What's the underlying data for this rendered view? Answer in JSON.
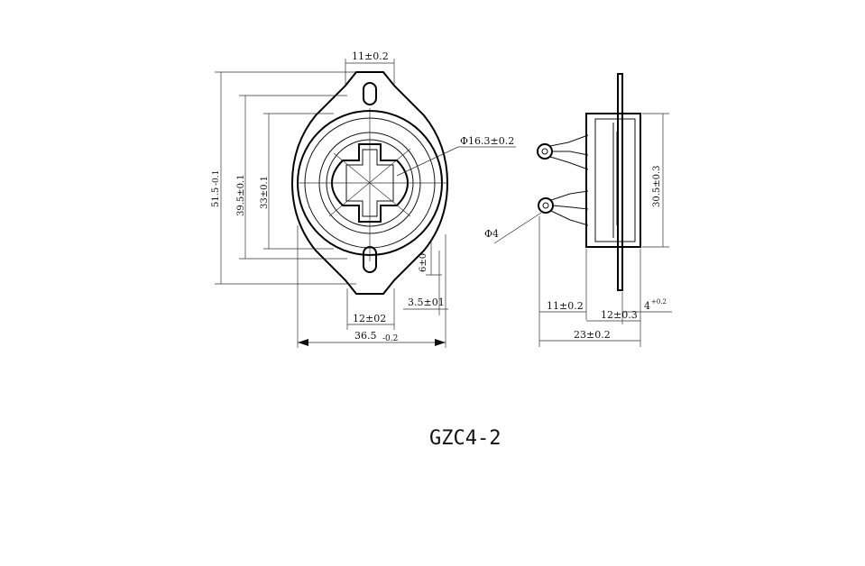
{
  "model": "GZC4-2",
  "front_view": {
    "dims": {
      "top_slot_width": "11±0.2",
      "height_overall": "51.5",
      "height_overall_tol": "-0.1",
      "height_mid": "39.5±0.1",
      "height_inner": "33±0.1",
      "bore_diameter": "Φ16.3±0.2",
      "hole_diameter": "Φ4",
      "flange_offset": "6±0",
      "slot_width": "3.5±01",
      "bottom_width": "12±02",
      "overall_width": "36.5",
      "overall_width_tol": "-0.2"
    }
  },
  "side_view": {
    "dims": {
      "body_height": "30.5±0.3",
      "left_depth": "11±0.2",
      "right_depth": "12±0.3",
      "pin_thickness": "4",
      "pin_thickness_tol": "+0.2",
      "overall_depth": "23±0.2"
    }
  }
}
